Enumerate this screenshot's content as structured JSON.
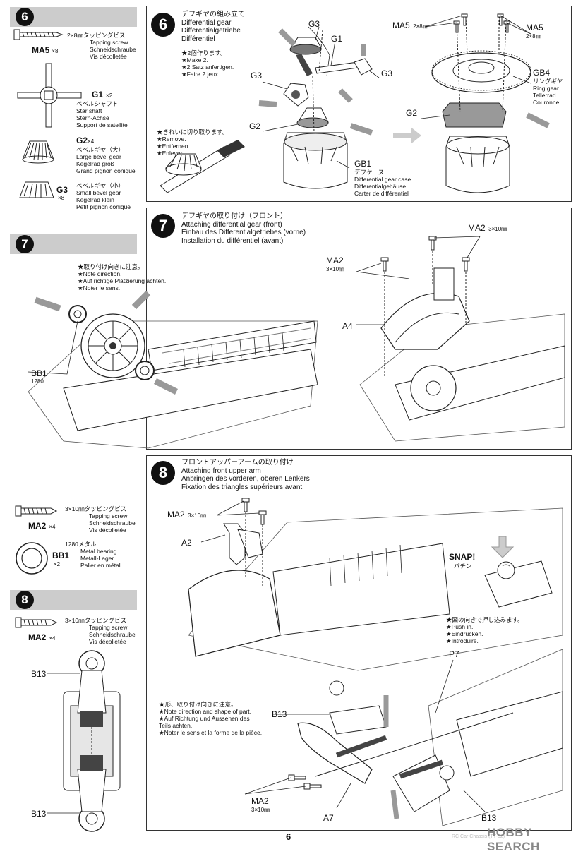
{
  "sidebar": {
    "step6": {
      "number": "6",
      "parts": [
        {
          "code": "MA5",
          "qty": "×8",
          "size": "2×8㎜タッピングビス",
          "en": "Tapping screw",
          "de": "Schneidschraube",
          "fr": "Vis décolletée"
        },
        {
          "code": "G1",
          "qty": "×2",
          "size": "ベベルシャフト",
          "en": "Star shaft",
          "de": "Stern-Achse",
          "fr": "Support de satellite"
        },
        {
          "code": "G2",
          "qty": "×4",
          "size": "ベベルギヤ（大）",
          "en": "Large bevel gear",
          "de": "Kegelrad groß",
          "fr": "Grand pignon conique"
        },
        {
          "code": "G3",
          "qty": "×8",
          "size": "ベベルギヤ（小）",
          "en": "Small bevel gear",
          "de": "Kegelrad klein",
          "fr": "Petit pignon conique"
        }
      ]
    },
    "step7": {
      "number": "7"
    },
    "step7parts": [
      {
        "code": "MA2",
        "qty": "×4",
        "size": "3×10㎜タッピングビス",
        "en": "Tapping screw",
        "de": "Schneidschraube",
        "fr": "Vis décolletée"
      },
      {
        "code": "BB1",
        "qty": "×2",
        "size": "1280メタル",
        "en": "Metal bearing",
        "de": "Metall-Lager",
        "fr": "Palier en métal"
      }
    ],
    "step8": {
      "number": "8",
      "parts": [
        {
          "code": "MA2",
          "qty": "×4",
          "size": "3×10㎜タッピングビス",
          "en": "Tapping screw",
          "de": "Schneidschraube",
          "fr": "Vis décolletée"
        }
      ],
      "labels": {
        "top": "B13",
        "bottom": "B13"
      }
    }
  },
  "step6": {
    "number": "6",
    "title_ja": "デフギヤの組み立て",
    "title_en": "Differential gear",
    "title_de": "Differentialgetriebe",
    "title_fr": "Différentiel",
    "make_ja": "★2個作ります。",
    "make_en": "★Make 2.",
    "make_de": "★2 Satz anfertigen.",
    "make_fr": "★Faire 2 jeux.",
    "remove_ja": "★きれいに切り取ります。",
    "remove_en": "★Remove.",
    "remove_de": "★Entfernen.",
    "remove_fr": "★Enlever.",
    "labels": {
      "g3a": "G3",
      "g1": "G1",
      "g3b": "G3",
      "g3c": "G3",
      "g2": "G2",
      "g2b": "G2"
    },
    "gb1": {
      "code": "GB1",
      "ja": "デフケース",
      "en": "Differential gear case",
      "de": "Differentialgehäuse",
      "fr": "Carter de différentiel"
    },
    "gb4": {
      "code": "GB4",
      "ja": "リングギヤ",
      "en": "Ring gear",
      "de": "Tellerrad",
      "fr": "Couronne"
    },
    "ma5_left": {
      "code": "MA5",
      "size": "2×8㎜"
    },
    "ma5_right": {
      "code": "MA5",
      "size": "2×8㎜"
    }
  },
  "step7": {
    "number": "7",
    "title_ja": "デフギヤの取り付け（フロント）",
    "title_en": "Attaching differential gear (front)",
    "title_de": "Einbau des Differentialgetriebes (vorne)",
    "title_fr": "Installation du différentiel (avant)",
    "note_ja": "★取り付け向きに注意。",
    "note_en": "★Note direction.",
    "note_de": "★Auf richtige Platzierung achten.",
    "note_fr": "★Noter le sens.",
    "bb1": {
      "code": "BB1",
      "size": "1280"
    },
    "ma2_left": {
      "code": "MA2",
      "size": "3×10㎜"
    },
    "ma2_right": {
      "code": "MA2",
      "size": "3×10㎜"
    },
    "a4": "A4"
  },
  "step8": {
    "number": "8",
    "title_ja": "フロントアッパーアームの取り付け",
    "title_en": "Attaching front upper arm",
    "title_de": "Anbringen des vorderen, oberen Lenkers",
    "title_fr": "Fixation des triangles supérieurs avant",
    "ma2_top": {
      "code": "MA2",
      "size": "3×10㎜"
    },
    "a2": "A2",
    "snap": "SNAP!",
    "snap_ja": "パチン",
    "push_ja": "★図の向きで押し込みます。",
    "push_en": "★Push in.",
    "push_de": "★Eindrücken.",
    "push_fr": "★Introduire.",
    "p7": "P7",
    "note_ja": "★形、取り付け向きに注意。",
    "note_en": "★Note direction and shape of part.",
    "note_de1": "★Auf Richtung und Aussehen des",
    "note_de2": "Teils achten.",
    "note_fr": "★Noter le sens et la forme de la pièce.",
    "b13_top": "B13",
    "b13_bottom": "B13",
    "ma2_bottom": {
      "code": "MA2",
      "size": "3×10㎜"
    },
    "a7": "A7"
  },
  "footer": {
    "page": "6",
    "watermark": "HOBBY SEARCH",
    "faint": "RC Car Chassis (TT-02)"
  }
}
